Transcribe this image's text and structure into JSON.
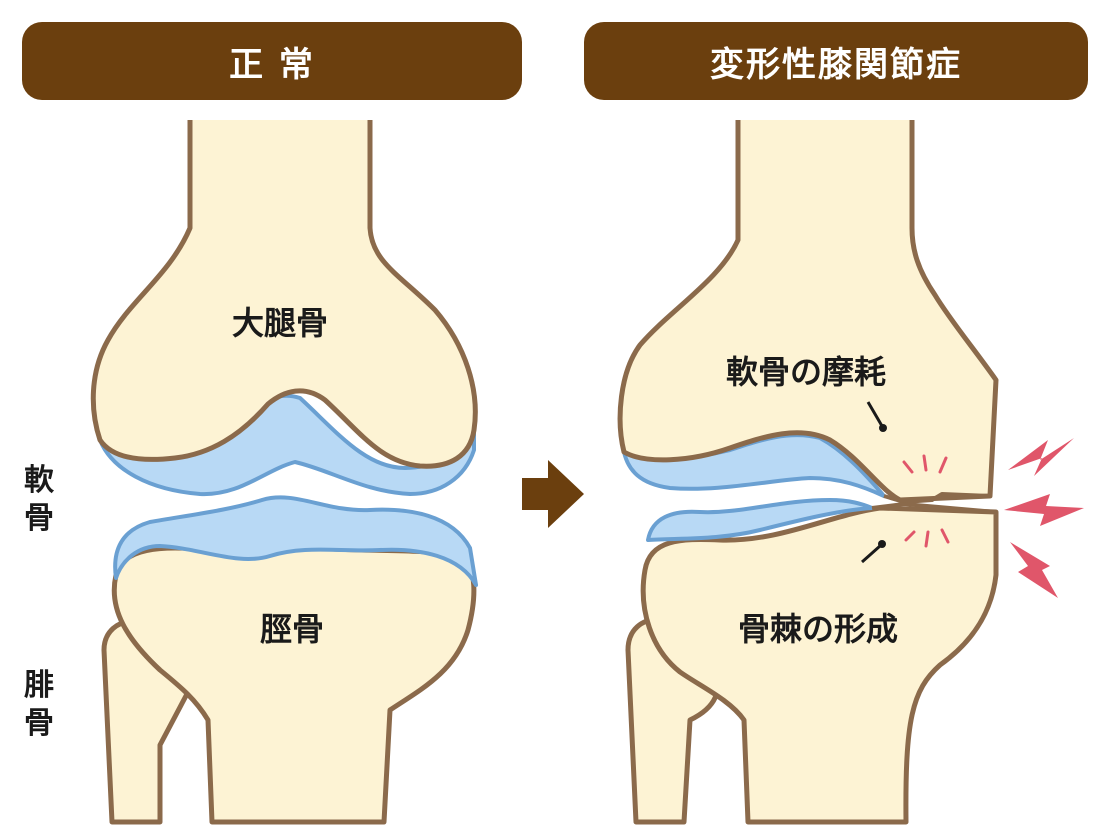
{
  "panels": {
    "normal": {
      "title": "正 常",
      "labels": {
        "femur": "大腿骨",
        "tibia": "脛骨"
      }
    },
    "osteoarthritis": {
      "title": "変形性膝関節症",
      "labels": {
        "cartilage_wear": "軟骨の摩耗",
        "osteophyte": "骨棘の形成"
      }
    }
  },
  "side_labels": {
    "cartilage": "軟骨",
    "fibula": "腓骨"
  },
  "colors": {
    "header_bg": "#6b3f0e",
    "bone_fill": "#fdf3d4",
    "bone_outline": "#8b6a4b",
    "cartilage_fill": "#b8d9f5",
    "cartilage_outline": "#6aa0d2",
    "pain_mark": "#e0566a"
  }
}
